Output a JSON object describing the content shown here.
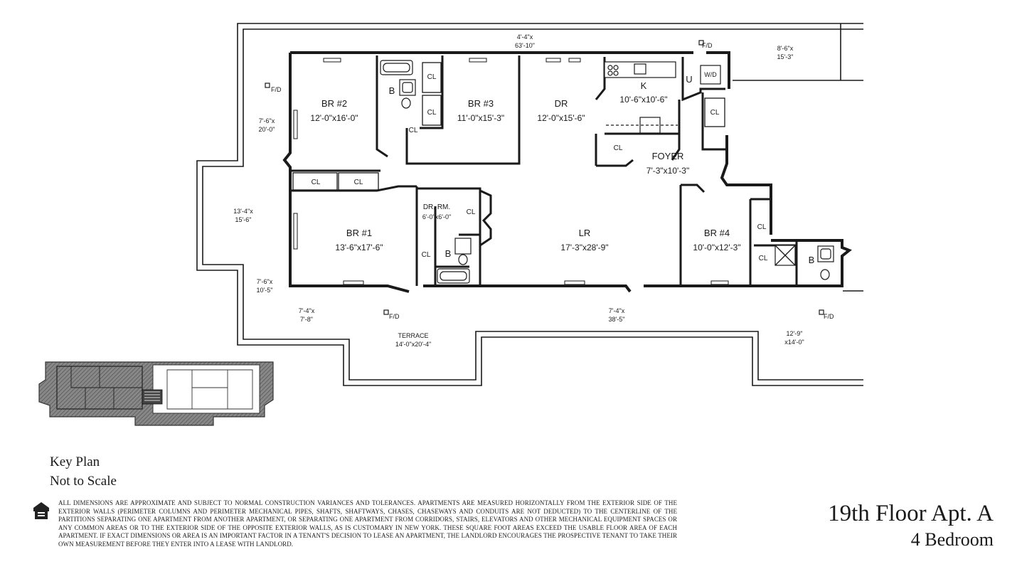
{
  "plan": {
    "terrace_dims_top": [
      "4'-4\"x",
      "63'-10\""
    ],
    "terrace_dims_top_right": [
      "8'-6\"x",
      "15'-3\""
    ],
    "terrace_dims_left_upper": [
      "7'-6\"x",
      "20'-0\""
    ],
    "terrace_dims_left_mid": [
      "13'-4\"x",
      "15'-6\""
    ],
    "terrace_dims_left_lower": [
      "7'-6\"x",
      "10'-5\""
    ],
    "terrace_dims_bottom_left": [
      "7'-4\"x",
      "7'-8\""
    ],
    "terrace_dims_bottom_mid": [
      "7'-4\"x",
      "38'-5\""
    ],
    "terrace_dims_bottom_right": [
      "12'-9\"",
      "x14'-0\""
    ],
    "terrace_label": "TERRACE",
    "terrace_dims": "14'-0\"x20'-4\"",
    "floor_drain": "F/D",
    "rooms": {
      "br2": {
        "name": "BR #2",
        "dims": "12'-0\"x16'-0\""
      },
      "br3": {
        "name": "BR #3",
        "dims": "11'-0\"x15'-3\""
      },
      "dr": {
        "name": "DR",
        "dims": "12'-0\"x15'-6\""
      },
      "kitchen": {
        "name": "K",
        "dims": "10'-6\"x10'-6\""
      },
      "foyer": {
        "name": "FOYER",
        "dims": "7'-3\"x10'-3\""
      },
      "br1": {
        "name": "BR #1",
        "dims": "13'-6\"x17'-6\""
      },
      "dressing": {
        "name": "DR. RM.",
        "dims": "6'-0\"x6'-0\""
      },
      "lr": {
        "name": "LR",
        "dims": "17'-3\"x28'-9\""
      },
      "br4": {
        "name": "BR #4",
        "dims": "10'-0\"x12'-3\""
      }
    },
    "closet": "CL",
    "bath": "B",
    "utility": "U",
    "washer_dryer": "W/D"
  },
  "key_plan": {
    "line1": "Key Plan",
    "line2": "Not to Scale"
  },
  "disclaimer": "ALL DIMENSIONS ARE APPROXIMATE AND SUBJECT TO NORMAL CONSTRUCTION VARIANCES AND TOLERANCES. APARTMENTS ARE MEASURED HORIZONTALLY FROM THE EXTERIOR SIDE OF THE EXTERIOR WALLS (PERIMETER COLUMNS AND PERIMETER MECHANICAL PIPES, SHAFTS, SHAFTWAYS, CHASES, CHASEWAYS AND CONDUITS ARE NOT DEDUCTED) TO THE CENTERLINE OF THE PARTITIONS SEPARATING ONE APARTMENT FROM ANOTHER APARTMENT, OR SEPARATING ONE APARTMENT FROM CORRIDORS, STAIRS, ELEVATORS AND OTHER MECHANICAL EQUIPMENT SPACES OR ANY COMMON AREAS OR TO THE EXTERIOR SIDE OF THE OPPOSITE EXTERIOR WALLS, AS IS CUSTOMARY IN NEW YORK. THESE SQUARE FOOT AREAS EXCEED THE USABLE FLOOR AREA OF EACH APARTMENT. IF EXACT DIMENSIONS OR AREA IS AN IMPORTANT FACTOR IN A TENANT'S DECISION TO LEASE AN APARTMENT, THE LANDLORD ENCOURAGES THE PROSPECTIVE TENANT TO TAKE THEIR OWN MEASUREMENT BEFORE THEY ENTER INTO A LEASE WITH LANDLORD.",
  "title": {
    "line1": "19th Floor Apt. A",
    "line2": "4 Bedroom"
  },
  "icons": {
    "equal_housing": "equal-housing-icon"
  }
}
